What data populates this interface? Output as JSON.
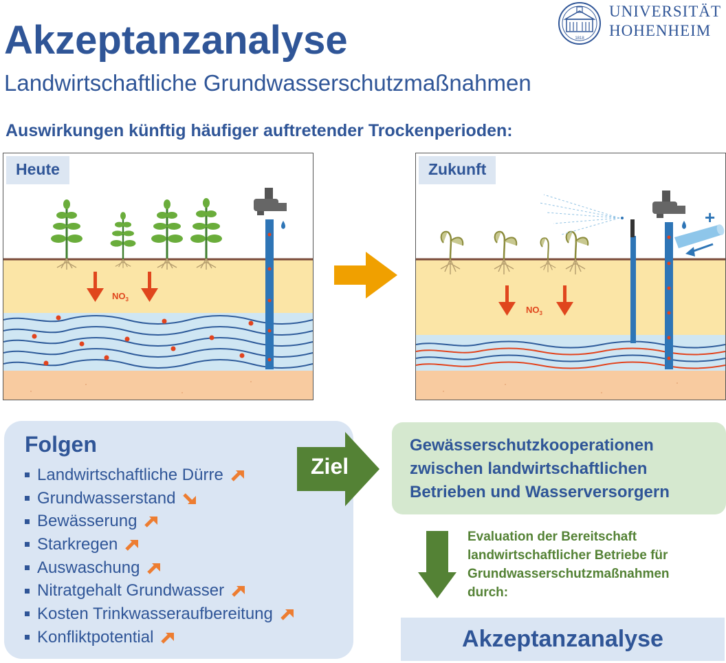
{
  "header": {
    "title": "Akzeptanzanalyse",
    "subtitle": "Landwirtschaftliche Grundwasserschutzmaßnahmen",
    "logo_line1": "UNIVERSITÄT",
    "logo_line2": "HOHENHEIM",
    "logo_year": "1818"
  },
  "section_heading": "Auswirkungen künftig häufiger auftretender Trockenperioden:",
  "panels": {
    "today": {
      "label": "Heute",
      "chemical": "NO",
      "chemical_sub": "3"
    },
    "future": {
      "label": "Zukunft",
      "chemical": "NO",
      "chemical_sub": "3",
      "plus_sign": "+"
    }
  },
  "folgen": {
    "title": "Folgen",
    "items": [
      {
        "label": "Landwirtschaftliche Dürre",
        "trend": "up"
      },
      {
        "label": "Grundwasserstand",
        "trend": "down"
      },
      {
        "label": "Bewässerung",
        "trend": "up"
      },
      {
        "label": "Starkregen",
        "trend": "up"
      },
      {
        "label": "Auswaschung",
        "trend": "up"
      },
      {
        "label": "Nitratgehalt Grundwasser",
        "trend": "up"
      },
      {
        "label": "Kosten Trinkwasseraufbereitung",
        "trend": "up"
      },
      {
        "label": "Konfliktpotential",
        "trend": "up"
      }
    ]
  },
  "ziel": {
    "label": "Ziel"
  },
  "goal": {
    "line1": "Gewässerschutzkooperationen",
    "line2": "zwischen landwirtschaftlichen",
    "line3": "Betrieben und Wasserversorgern"
  },
  "evaluation": {
    "line1": "Evaluation der Bereitschaft",
    "line2": "landwirtschaftlicher Betriebe für",
    "line3": "Grundwasserschutzmaßnahmen",
    "line4": "durch:"
  },
  "result": {
    "label": "Akzeptanzanalyse"
  },
  "colors": {
    "primary_blue": "#2f5597",
    "orange_arrow": "#f0a000",
    "trend_orange": "#ed7d31",
    "green_arrow": "#548235",
    "soil_top": "#fbe5a6",
    "soil_bottom": "#f8cba0",
    "groundwater": "#cfe6f3",
    "nitrate_red": "#e2431d"
  }
}
